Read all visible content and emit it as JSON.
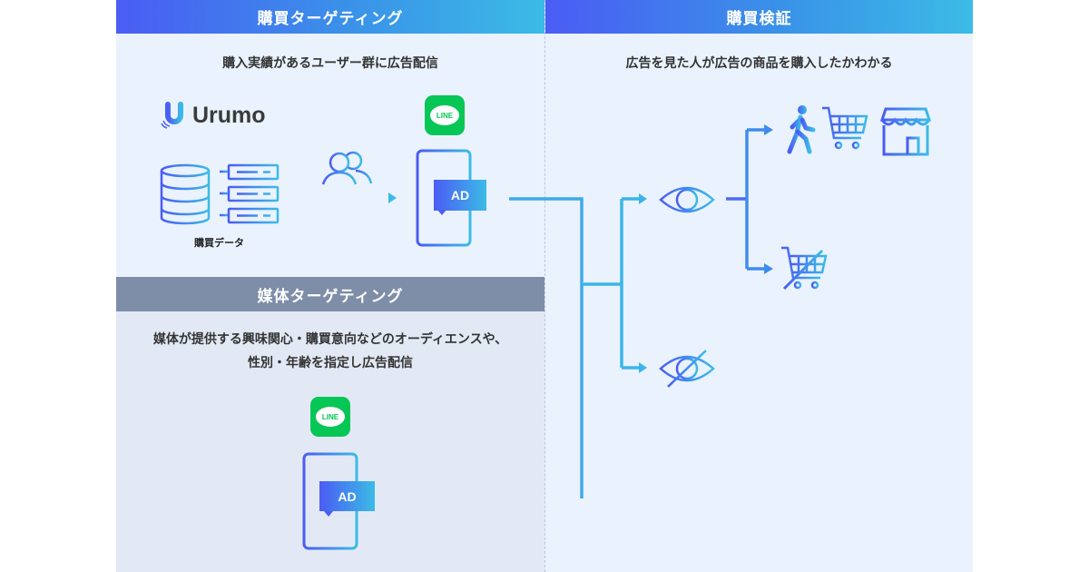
{
  "sections": {
    "purchase_targeting": {
      "title": "購買ターゲティング",
      "subtitle": "購入実績があるユーザー群に広告配信",
      "logo_text": "Urumo",
      "data_label": "購買データ",
      "app_badge": "LINE",
      "ad_label": "AD"
    },
    "media_targeting": {
      "title": "媒体ターゲティング",
      "subtitle_line1": "媒体が提供する興味関心・購買意向などのオーディエンスや、",
      "subtitle_line2": "性別・年齢を指定し広告配信",
      "app_badge": "LINE",
      "ad_label": "AD"
    },
    "purchase_verification": {
      "title": "購買検証",
      "subtitle": "広告を見た人が広告の商品を購入したかわかる"
    }
  },
  "icons": {
    "logo": "urumo-logo-icon",
    "database": "database-icon",
    "records": "server-records-icon",
    "users": "users-icon",
    "app": "line-app-icon",
    "phone": "smartphone-icon",
    "eye": "eye-icon",
    "eye_off": "eye-off-icon",
    "walker": "walking-person-icon",
    "cart": "shopping-cart-icon",
    "store": "store-icon",
    "cart_off": "cart-off-icon"
  },
  "colors": {
    "gradient_start": "#4a5cf4",
    "gradient_end": "#3bbbe6",
    "gray_header": "#7e8da8",
    "line_green": "#06c755",
    "panel_bg": "#eaf2fd",
    "panel_bg_alt": "#e2e9f5"
  }
}
